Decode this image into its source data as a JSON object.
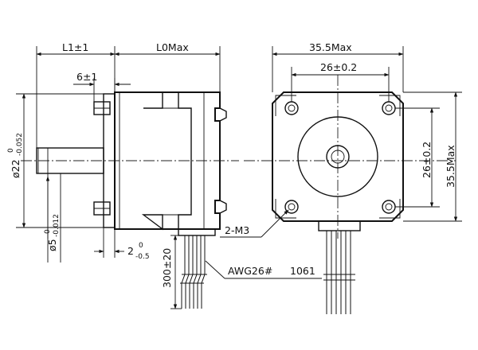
{
  "side_view": {
    "dim_top_left": "L1±1",
    "dim_top_right": "L0Max",
    "dim_flange": "6±1",
    "dim_shaft_dia_main": "ø22",
    "dim_shaft_dia_up": "0",
    "dim_shaft_dia_low": "-0.052",
    "dim_shaft_small_main": "ø5",
    "dim_shaft_small_up": "0",
    "dim_shaft_small_low": "-0.012",
    "dim_boss_main": "2",
    "dim_boss_up": "0",
    "dim_boss_low": "-0.5",
    "dim_lead_length": "300±20"
  },
  "front_view": {
    "dim_width": "35.5Max",
    "dim_hole_spacing_h": "26±0.2",
    "dim_hole_spacing_v": "26±0.2",
    "dim_height": "35.5Max",
    "screw_label": "2-M3",
    "wire_label": "AWG26#",
    "wire_code": "1061"
  }
}
